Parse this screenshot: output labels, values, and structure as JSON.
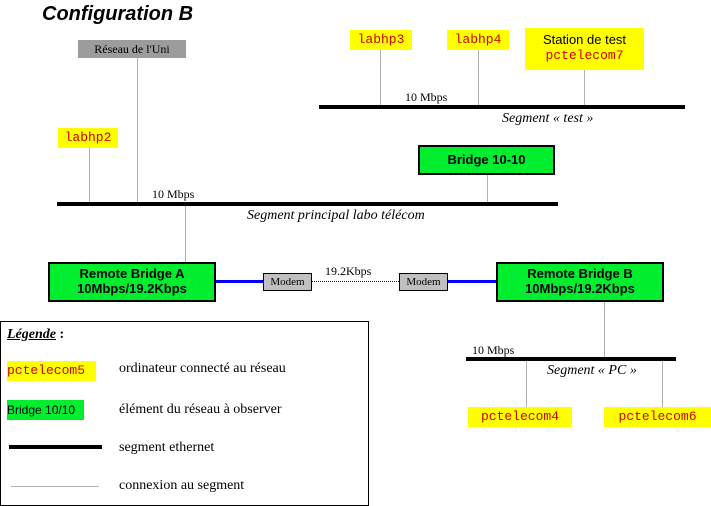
{
  "title": "Configuration B",
  "nodes": {
    "reseau_uni": "Réseau de l'Uni",
    "labhp3": "labhp3",
    "labhp4": "labhp4",
    "station_line1": "Station de test",
    "station_line2": "pctelecom7",
    "labhp2": "labhp2",
    "pctelecom4": "pctelecom4",
    "pctelecom6": "pctelecom6"
  },
  "segments": {
    "test_speed": "10 Mbps",
    "test_label": "Segment « test »",
    "main_speed": "10 Mbps",
    "main_label": "Segment principal labo télécom",
    "pc_speed": "10 Mbps",
    "pc_label": "Segment « PC »"
  },
  "bridges": {
    "bridge_1010": "Bridge 10-10",
    "remote_a_line1": "Remote Bridge A",
    "remote_a_line2": "10Mbps/19.2Kbps",
    "remote_b_line1": "Remote Bridge B",
    "remote_b_line2": "10Mbps/19.2Kbps"
  },
  "link": {
    "modem_left": "Modem",
    "modem_right": "Modem",
    "speed": "19.2Kbps"
  },
  "legend": {
    "title": "Légende",
    "title_suffix": " :",
    "sample_computer": "pctelecom5",
    "computer_desc": "ordinateur connecté au réseau",
    "sample_element": "Bridge 10/10",
    "element_desc": "élément du réseau à observer",
    "segment_desc": "segment ethernet",
    "connection_desc": "connexion au segment"
  },
  "colors": {
    "computer_fill": "#ffff00",
    "element_fill": "#00ee2e",
    "modem_fill": "#c0c0c0",
    "link_color": "#0000ff",
    "computer_text": "#d00000"
  }
}
